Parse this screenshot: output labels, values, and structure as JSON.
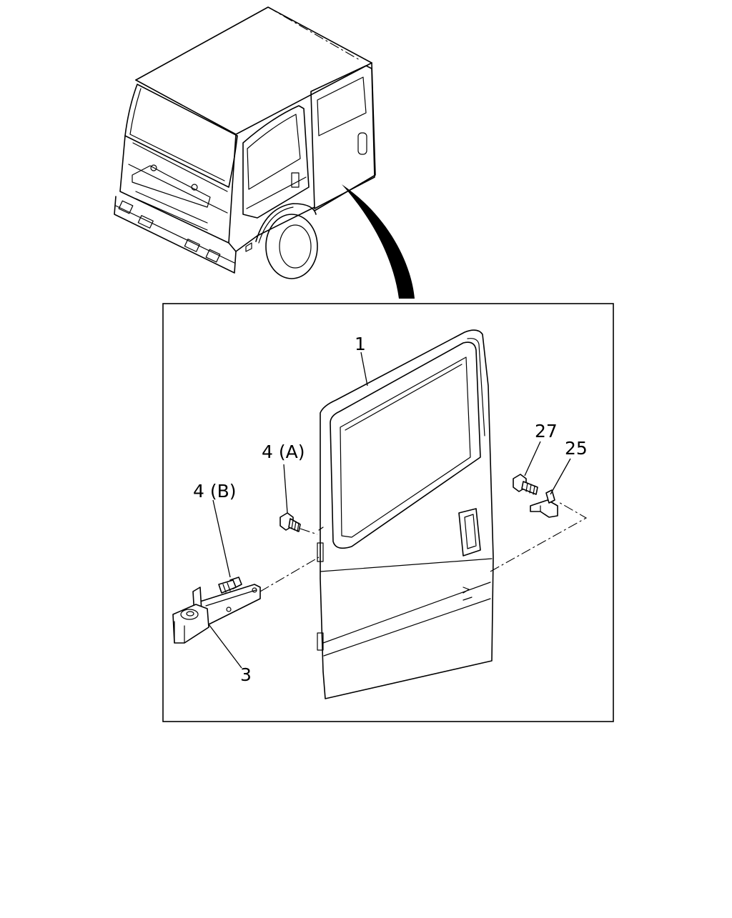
{
  "diagram": {
    "callouts": [
      {
        "id": "door",
        "text": "1"
      },
      {
        "id": "hinge",
        "text": "3"
      },
      {
        "id": "bolt-a",
        "text": "4 (A)"
      },
      {
        "id": "bolt-b",
        "text": "4 (B)"
      },
      {
        "id": "bolt-27",
        "text": "27"
      },
      {
        "id": "striker-25",
        "text": "25"
      }
    ]
  }
}
